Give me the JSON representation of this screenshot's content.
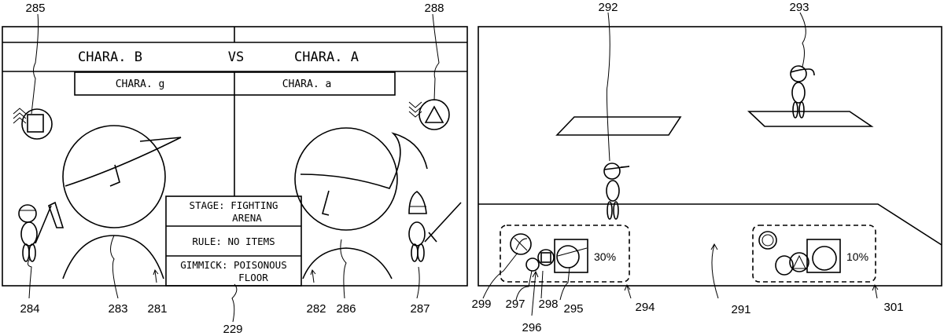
{
  "versus_screen": {
    "left_name": "CHARA. B",
    "vs_label": "VS",
    "right_name": "CHARA. A",
    "left_sub": "CHARA. g",
    "right_sub": "CHARA. a",
    "stage_line1": "STAGE: FIGHTING",
    "stage_line2": "ARENA",
    "rule": "RULE: NO ITEMS",
    "gimmick_line1": "GIMMICK: POISONOUS",
    "gimmick_line2": "FLOOR"
  },
  "battle_screen": {
    "player1_damage": "30%",
    "player2_damage": "10%"
  },
  "reference_numerals": {
    "r285": "285",
    "r288": "288",
    "r284": "284",
    "r283": "283",
    "r281": "281",
    "r229": "229",
    "r282": "282",
    "r286": "286",
    "r287": "287",
    "r292": "292",
    "r293": "293",
    "r299": "299",
    "r297": "297",
    "r296": "296",
    "r298": "298",
    "r295": "295",
    "r294": "294",
    "r291": "291",
    "r301": "301"
  }
}
